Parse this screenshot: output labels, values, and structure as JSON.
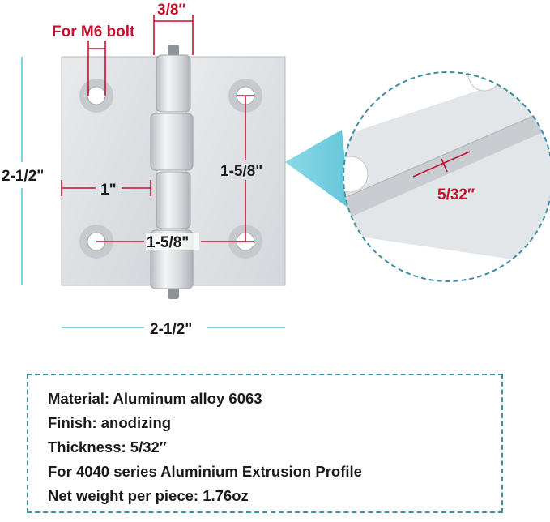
{
  "labels": {
    "bolt": "For M6 bolt",
    "knuckle_width": "3/8″",
    "height": "2-1/2\"",
    "width": "2-1/2\"",
    "hole_offset": "1\"",
    "hole_spacing_vertical": "1-5/8\"",
    "hole_spacing_horizontal": "1-5/8\"",
    "thickness": "5/32″"
  },
  "specs": [
    "Material: Aluminum alloy 6063",
    "Finish: anodizing",
    "Thickness: 5/32″",
    "For 4040 series Aluminium Extrusion Profile",
    "Net weight per piece: 1.76oz"
  ],
  "colors": {
    "label_red": "#c8102e",
    "dimension_line": "#5cc3d6",
    "dashed_border": "#3d8fa3",
    "metal": "#dcdfe3"
  }
}
